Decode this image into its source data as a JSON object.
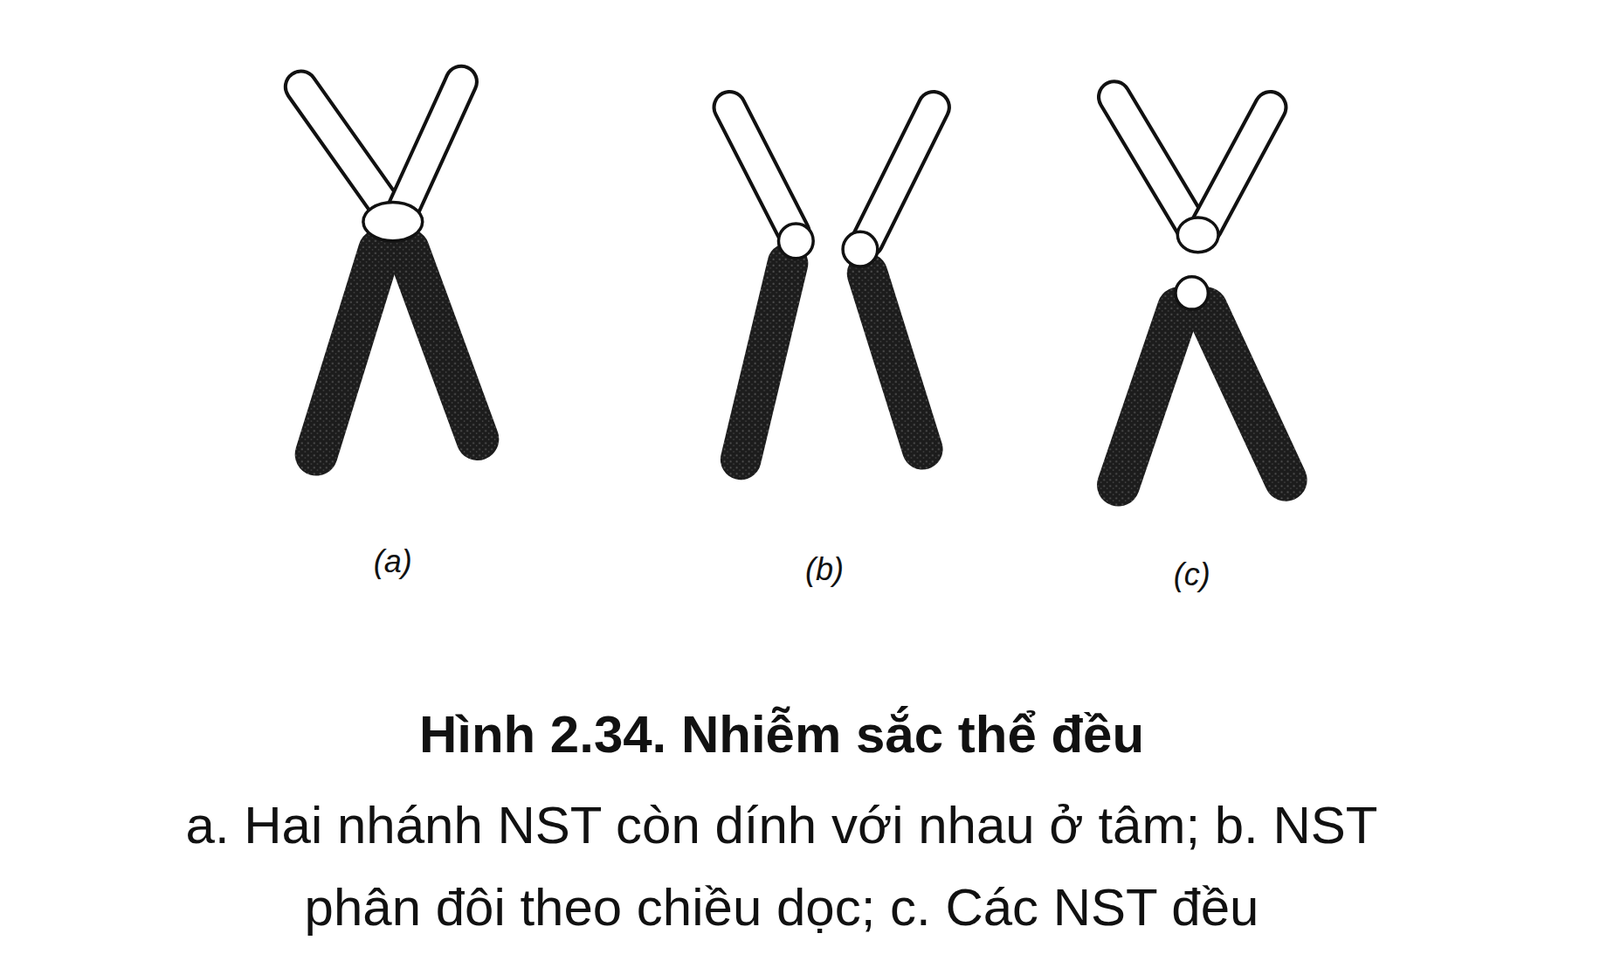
{
  "diagram": {
    "title": "Hình 2.34. Nhiễm sắc thể đều",
    "caption": "a. Hai nhánh NST còn dính với nhau ở tâm; b. NST phân đôi theo chiều dọc; c. Các NST đều",
    "labels": [
      "(a)",
      "(b)",
      "(c)"
    ]
  }
}
